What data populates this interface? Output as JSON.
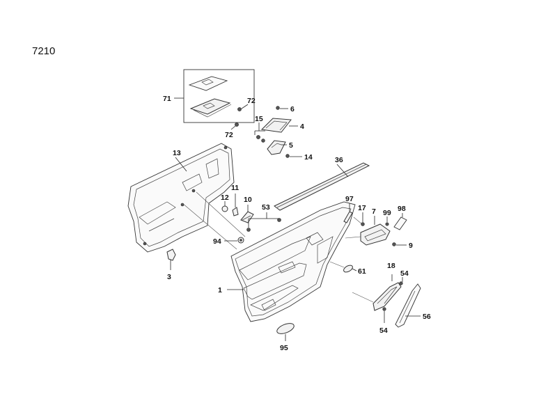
{
  "diagram": {
    "page_number": "7210",
    "callouts": {
      "c71": "71",
      "c72a": "72",
      "c72b": "72",
      "c6": "6",
      "c15": "15",
      "c4": "4",
      "c5": "5",
      "c14": "14",
      "c13": "13",
      "c36": "36",
      "c11": "11",
      "c12": "12",
      "c10": "10",
      "c53": "53",
      "c97": "97",
      "c17": "17",
      "c7": "7",
      "c99": "99",
      "c98": "98",
      "c94": "94",
      "c9": "9",
      "c3": "3",
      "c61": "61",
      "c18": "18",
      "c54a": "54",
      "c1": "1",
      "c56": "56",
      "c54b": "54",
      "c95": "95"
    }
  }
}
